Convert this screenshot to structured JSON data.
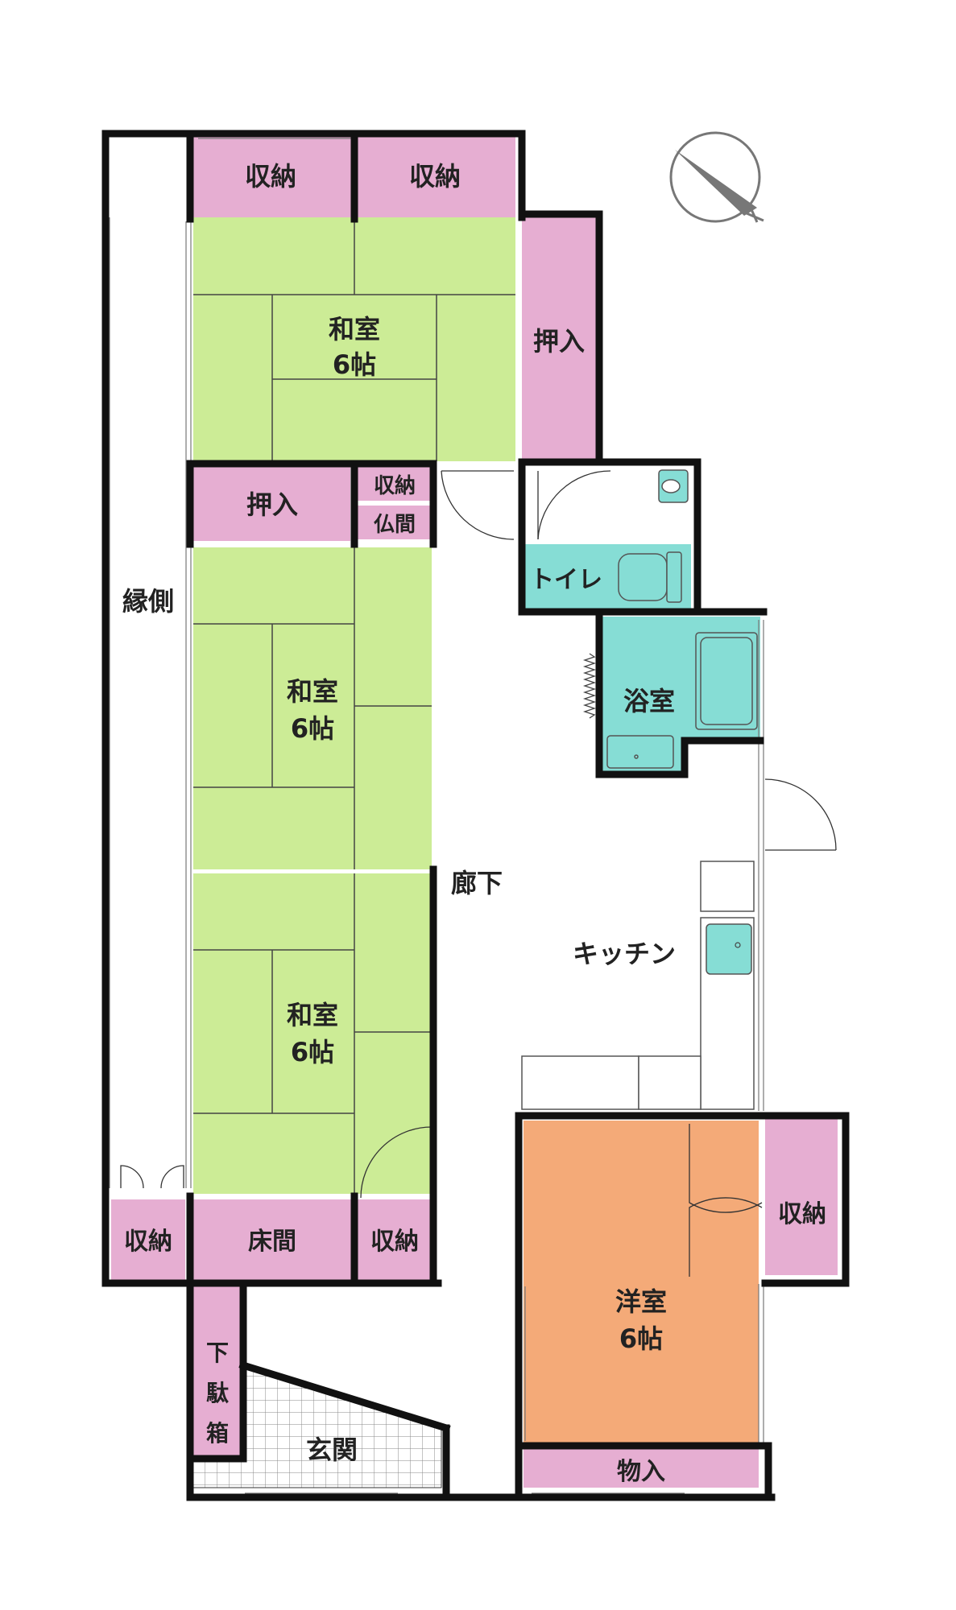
{
  "rooms": {
    "closet_top_1": "収納",
    "closet_top_2": "収納",
    "washitsu_top": {
      "name": "和室",
      "size": "6帖"
    },
    "oshiire_right": "押入",
    "oshiire_mid": "押入",
    "closet_small": "収納",
    "butsuma": "仏間",
    "engawa": "縁側",
    "toilet": "トイレ",
    "bathroom": "浴室",
    "washitsu_mid": {
      "name": "和室",
      "size": "6帖"
    },
    "washitsu_low": {
      "name": "和室",
      "size": "6帖"
    },
    "hallway": "廊下",
    "kitchen": "キッチン",
    "closet_bottom_left": "収納",
    "tokonoma": "床間",
    "closet_bottom_mid": "収納",
    "closet_right": "収納",
    "youshitsu": {
      "name": "洋室",
      "size": "6帖"
    },
    "getabako": [
      "下",
      "駄",
      "箱"
    ],
    "genkan": "玄関",
    "storage": "物入"
  },
  "colors": {
    "tatami": "#ccec96",
    "closet": "#e6aed2",
    "wet": "#86ddd5",
    "western": "#f4aa78",
    "wall": "#111111"
  },
  "compass": "north-arrow-icon"
}
